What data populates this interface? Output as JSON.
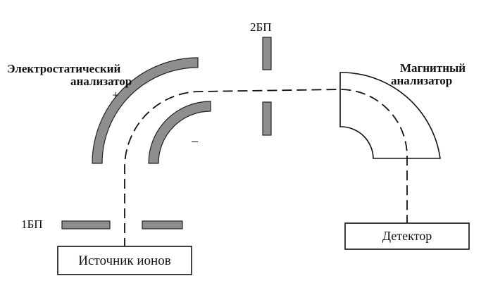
{
  "labels": {
    "electrostatic_line1": "Электростатический",
    "electrostatic_line2": "анализатор",
    "magnetic_line1": "Магнитный",
    "magnetic_line2": "анализатор",
    "slit1": "1БП",
    "slit2": "2БП",
    "plus": "+",
    "minus": "−",
    "source": "Источник ионов",
    "detector": "Детектор"
  },
  "colors": {
    "plate_fill": "#8e8e8e",
    "line": "#111111",
    "background": "#ffffff"
  }
}
